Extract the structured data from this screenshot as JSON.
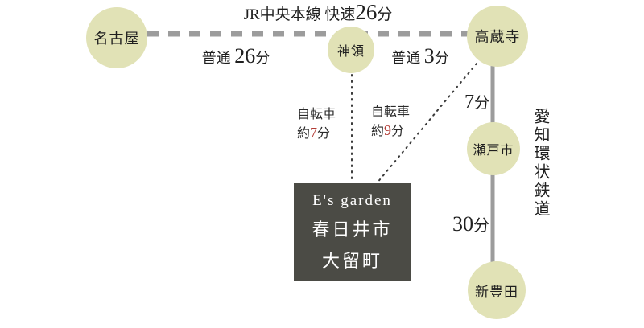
{
  "jr_line": {
    "title_prefix": "JR中央本線 快速",
    "title_value": "26",
    "title_unit": "分",
    "local_nagoya_jinryo": {
      "prefix": "普通 ",
      "value": "26",
      "unit": "分"
    },
    "local_jinryo_kozoji": {
      "prefix": "普通 ",
      "value": "3",
      "unit": "分"
    }
  },
  "stations": {
    "nagoya": {
      "name": "名古屋"
    },
    "jinryo": {
      "name": "神領"
    },
    "kozoji": {
      "name": "高蔵寺"
    },
    "setoshi": {
      "name": "瀬戸市"
    },
    "shintoyota": {
      "name": "新豊田"
    }
  },
  "bike_routes": {
    "from_jinryo": {
      "label": "自転車",
      "prefix": "約",
      "value": "7",
      "unit": "分"
    },
    "from_kozoji": {
      "label": "自転車",
      "prefix": "約",
      "value": "9",
      "unit": "分"
    }
  },
  "aichi_loop": {
    "name": "愛知環状鉄道",
    "kozoji_setoshi": {
      "value": "7",
      "unit": "分"
    },
    "setoshi_shintoyota": {
      "value": "30",
      "unit": "分"
    }
  },
  "destination": {
    "line1": "E's garden",
    "line2": "春日井市",
    "line3": "大留町"
  },
  "colors": {
    "station_fill": "#e1e2b6",
    "rail_gray": "#9c9c9c",
    "destination_bg": "#4b4b45",
    "accent_red": "#b23b35"
  }
}
